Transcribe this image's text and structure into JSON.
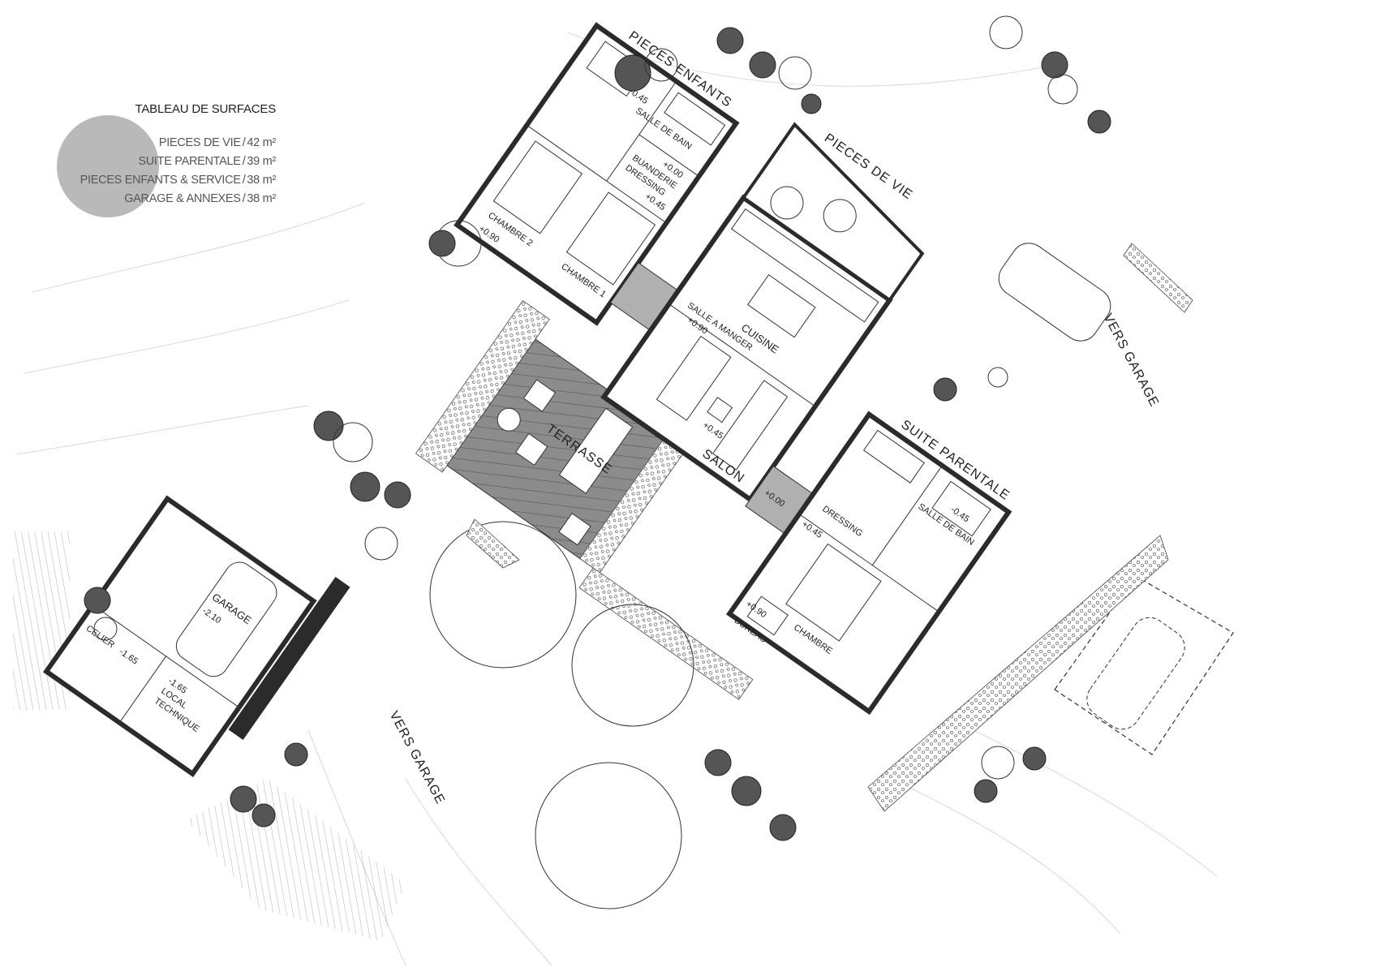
{
  "legend": {
    "title": "TABLEAU DE SURFACES",
    "rows": [
      {
        "label": "PIECES DE VIE",
        "area": "42 m²"
      },
      {
        "label": "SUITE PARENTALE",
        "area": "39 m²"
      },
      {
        "label": "PIECES ENFANTS & SERVICE",
        "area": "38 m²"
      },
      {
        "label": "GARAGE & ANNEXES",
        "area": "38 m²"
      }
    ],
    "separator": "/"
  },
  "labels": {
    "pieces_enfants": "PIECES ENFANTS",
    "pieces_de_vie": "PIECES DE VIE",
    "suite_parentale": "SUITE PARENTALE",
    "vers_garage_1": "VERS GARAGE",
    "vers_garage_2": "VERS GARAGE",
    "cuisine": "CUISINE",
    "salle_a_manger": "SALLE A MANGER",
    "salon": "SALON",
    "terrasse": "TERRASSE",
    "garage": "GARAGE",
    "celier": "CELIER",
    "local_technique_1": "LOCAL",
    "local_technique_2": "TECHNIQUE",
    "chambre_1": "CHAMBRE 1",
    "chambre_2": "CHAMBRE 2",
    "chambre_parent": "CHAMBRE",
    "dressing_buanderie": "DRESSING",
    "buanderie": "BUANDERIE",
    "dressing_parent": "DRESSING",
    "sdb_enfants": "SALLE DE BAIN",
    "sdb_parent": "SALLE DE BAIN",
    "bureau": "BUREAU"
  },
  "levels": {
    "sdb_enfants": "-0.45",
    "dressing": "+0.00",
    "chambre1": "+0.45",
    "chambre2": "+0.90",
    "salle_manger": "+0.90",
    "salon": "+0.45",
    "entree": "+0.00",
    "sdb_parent": "-0.45",
    "chambre_parent": "+0.45",
    "bureau": "+0.90",
    "garage": "-2.10",
    "celier": "-1.65",
    "local": "-1.65"
  }
}
